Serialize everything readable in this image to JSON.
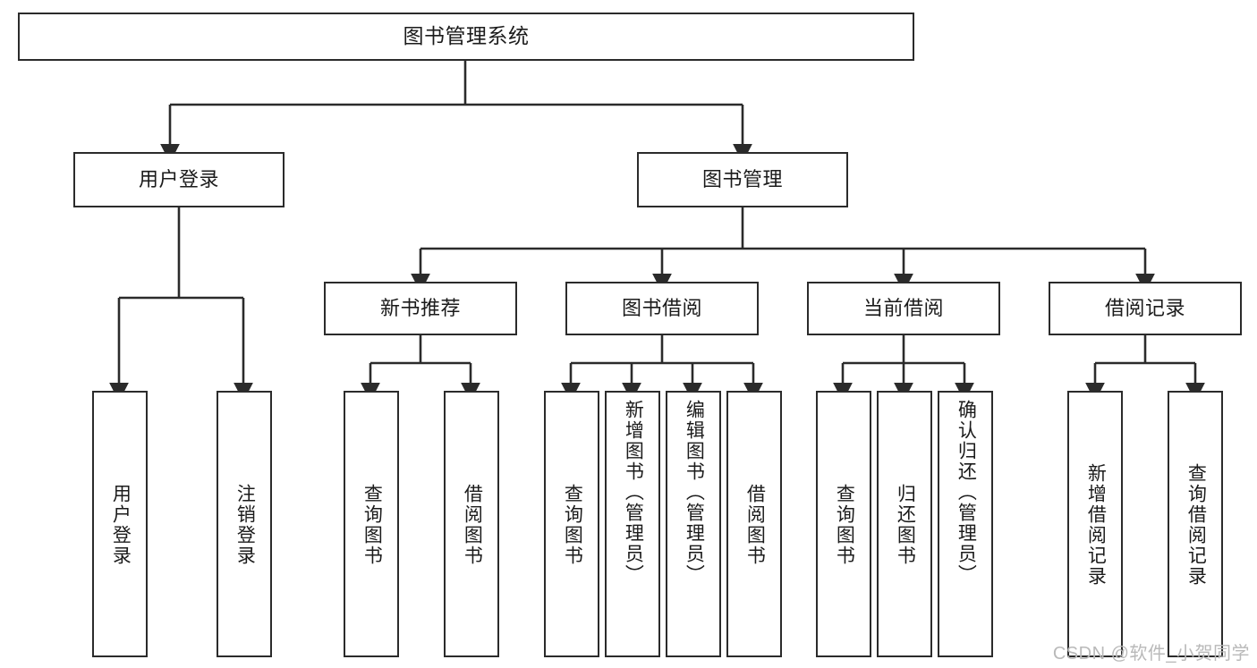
{
  "diagram": {
    "type": "tree-hierarchy-chart",
    "title": "图书管理系统",
    "colors": {
      "box_border": "#2b2b2b",
      "box_fill": "#ffffff",
      "edge": "#2b2b2b",
      "text": "#1b1b1b",
      "watermark": "#b9b9b9",
      "background": "#ffffff"
    },
    "watermark": "CSDN @软件_小贺同学",
    "nodes": {
      "root": {
        "label": "图书管理系统",
        "level": 1
      },
      "level2": [
        {
          "id": "user-login",
          "label": "用户登录"
        },
        {
          "id": "book-management",
          "label": "图书管理"
        }
      ],
      "level3": [
        {
          "id": "new-book-recommend",
          "label": "新书推荐",
          "parent": "book-management"
        },
        {
          "id": "book-borrow",
          "label": "图书借阅",
          "parent": "book-management"
        },
        {
          "id": "current-borrow",
          "label": "当前借阅",
          "parent": "book-management"
        },
        {
          "id": "borrow-record",
          "label": "借阅记录",
          "parent": "book-management"
        }
      ],
      "leaves": [
        {
          "id": "leaf-user-login",
          "label": "用户登录",
          "parent": "user-login"
        },
        {
          "id": "leaf-logout-login",
          "label": "注销登录",
          "parent": "user-login"
        },
        {
          "id": "leaf-query-book-1",
          "label": "查询图书",
          "parent": "new-book-recommend"
        },
        {
          "id": "leaf-borrow-book-1",
          "label": "借阅图书",
          "parent": "new-book-recommend"
        },
        {
          "id": "leaf-query-book-2",
          "label": "查询图书",
          "parent": "book-borrow"
        },
        {
          "id": "leaf-add-book",
          "label": "新增图书（管理员）",
          "parent": "book-borrow"
        },
        {
          "id": "leaf-edit-book",
          "label": "编辑图书（管理员）",
          "parent": "book-borrow"
        },
        {
          "id": "leaf-borrow-book-2",
          "label": "借阅图书",
          "parent": "book-borrow"
        },
        {
          "id": "leaf-query-book-3",
          "label": "查询图书",
          "parent": "current-borrow"
        },
        {
          "id": "leaf-return-book",
          "label": "归还图书",
          "parent": "current-borrow"
        },
        {
          "id": "leaf-confirm-return",
          "label": "确认归还（管理员）",
          "parent": "current-borrow"
        },
        {
          "id": "leaf-add-record",
          "label": "新增借阅记录",
          "parent": "borrow-record"
        },
        {
          "id": "leaf-query-record",
          "label": "查询借阅记录",
          "parent": "borrow-record"
        }
      ]
    }
  }
}
